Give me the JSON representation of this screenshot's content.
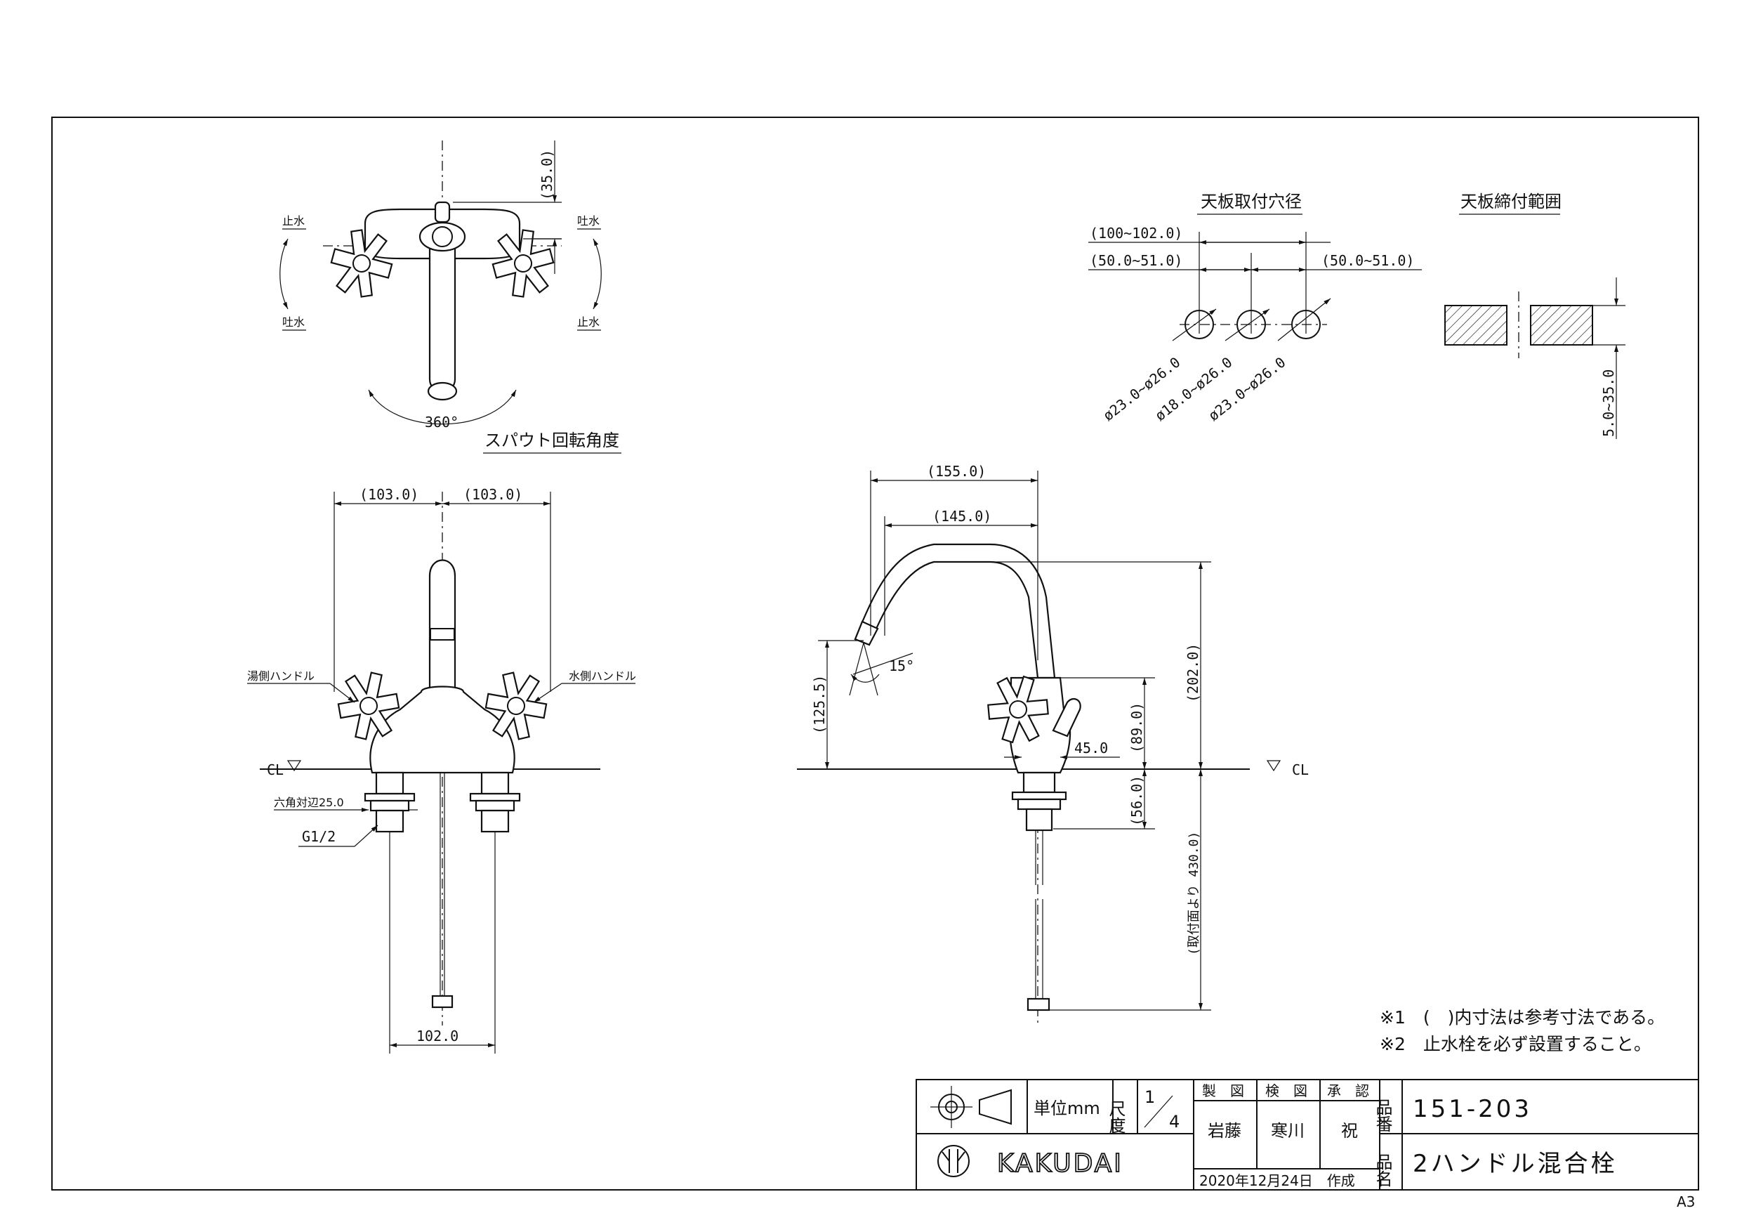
{
  "views": {
    "top": {
      "left_top_label": "止水",
      "left_bottom_label": "吐水",
      "right_top_label": "吐水",
      "right_bottom_label": "止水",
      "rotation_label": "360°",
      "height_dim": "(35.0)",
      "caption": "スパウト回転角度"
    },
    "front": {
      "dim_left": "(103.0)",
      "dim_right": "(103.0)",
      "hot_handle": "湯側ハンドル",
      "cold_handle": "水側ハンドル",
      "cl_label": "CL",
      "hex_label": "六角対辺25.0",
      "thread_label": "G1/2",
      "bottom_dim": "102.0"
    },
    "side": {
      "dim_155": "(155.0)",
      "dim_145": "(145.0)",
      "dim_202": "(202.0)",
      "dim_125": "(125.5)",
      "dim_89": "(89.0)",
      "dim_45": "45.0",
      "dim_56": "(56.0)",
      "dim_430": "(取付面より 430.0)",
      "angle": "15°",
      "cl_label": "CL"
    },
    "holes": {
      "title": "天板取付穴径",
      "dim_total": "(100~102.0)",
      "dim_left": "(50.0~51.0)",
      "dim_right": "(50.0~51.0)",
      "dia_left": "ø23.0~ø26.0",
      "dia_center": "ø18.0~ø26.0",
      "dia_right": "ø23.0~ø26.0"
    },
    "range": {
      "title": "天板締付範囲",
      "dim": "5.0~35.0"
    }
  },
  "notes": [
    "※1　(　)内寸法は参考寸法である。",
    "※2　止水栓を必ず設置すること。"
  ],
  "title_block": {
    "unit_label": "単位mm",
    "scale_label": "尺度",
    "scale_num": "1",
    "scale_den": "4",
    "roles": [
      "製　図",
      "検　図",
      "承　認"
    ],
    "names": [
      "岩藤",
      "寒川",
      "祝"
    ],
    "part_no_label": "品番",
    "part_no": "151-203",
    "part_name_label": "品名",
    "part_name": "2ハンドル混合栓",
    "date": "2020年12月24日　作成",
    "brand": "KAKUDAI",
    "paper_size": "A3"
  }
}
